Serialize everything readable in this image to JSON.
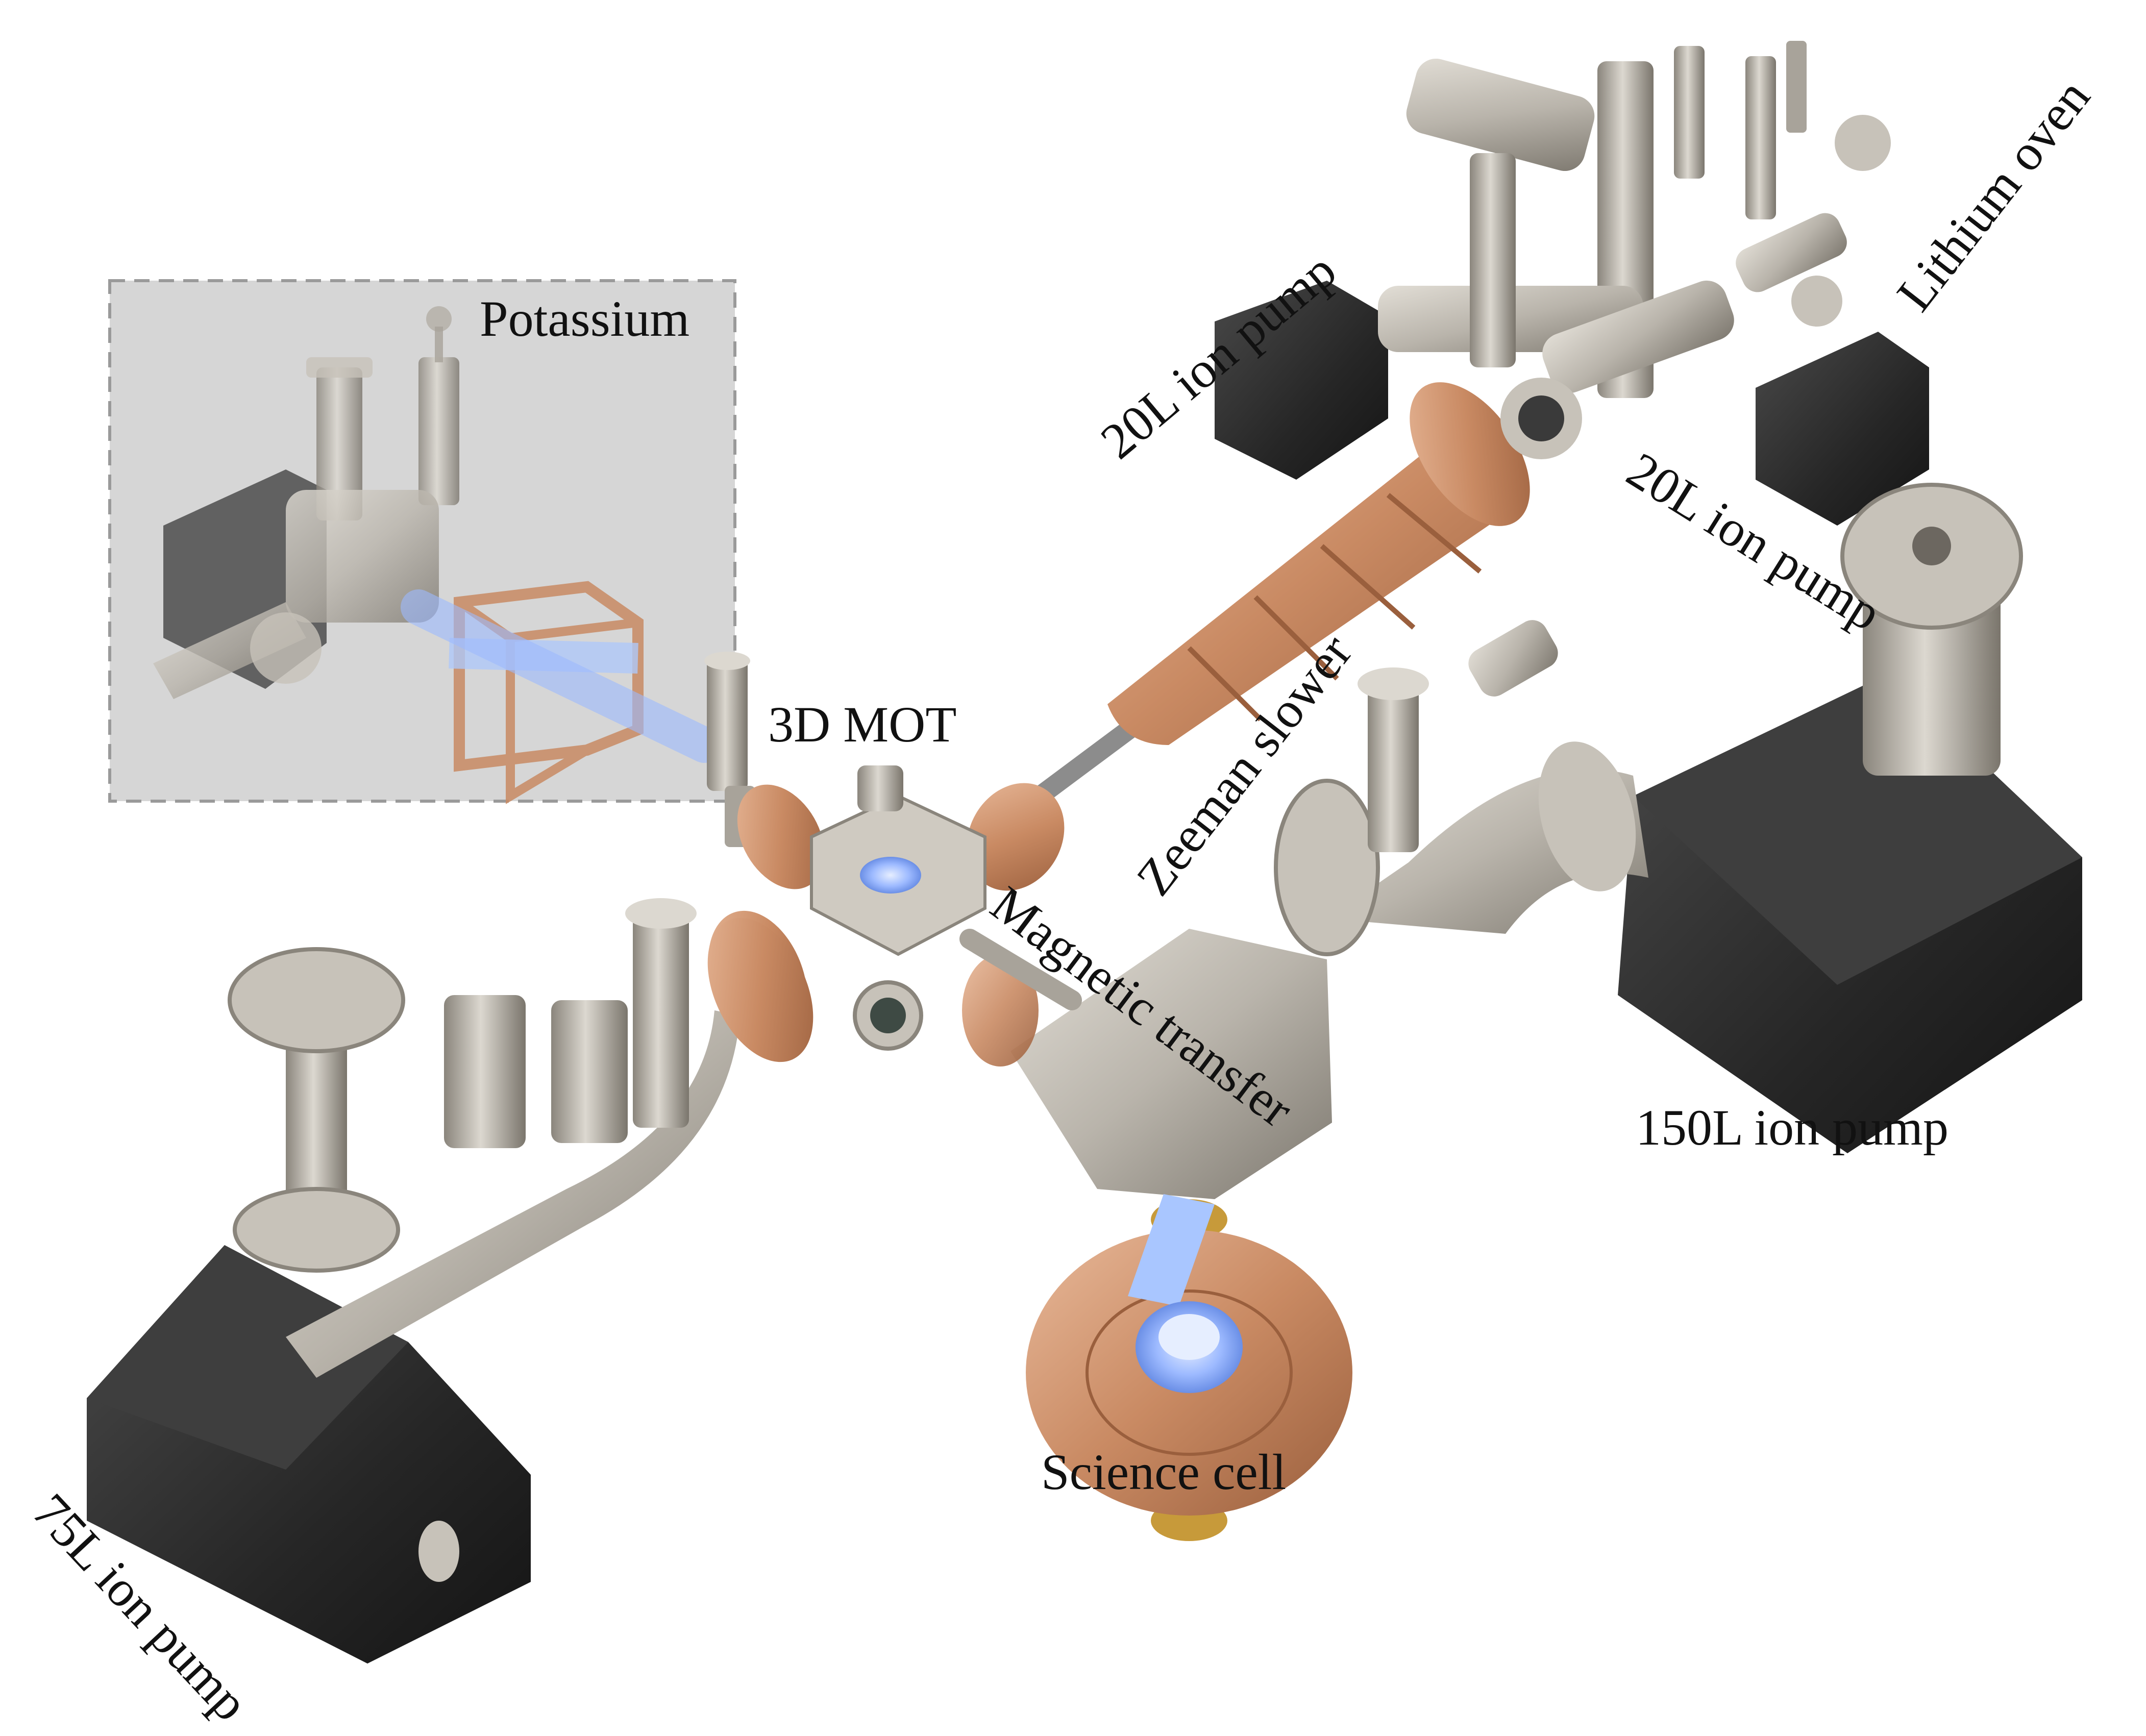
{
  "labels": {
    "potassium": "Potassium",
    "mot": "3D MOT",
    "zeeman": "Zeeman slower",
    "magnetic_transfer": "Magnetic transfer",
    "lithium_oven": "Lithium oven",
    "pump_20l_left": "20L ion pump",
    "pump_20l_right": "20L ion pump",
    "pump_150l": "150L ion pump",
    "pump_75l": "75L ion pump",
    "science_cell": "Science cell"
  },
  "colors": {
    "background": "#ffffff",
    "steel": "#b9b4ab",
    "steel_dark": "#8a857c",
    "pump_black": "#2a2a2a",
    "copper": "#c98a63",
    "glass_blue": "#a9c6ff",
    "potassium_box": "#d6d6d6"
  }
}
